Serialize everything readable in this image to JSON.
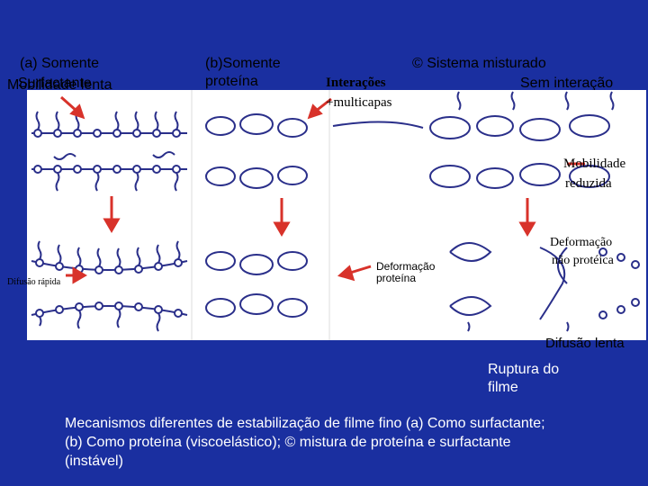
{
  "labels": {
    "panel_a_title": "(a)  Somente",
    "panel_a_sub_1": "Mobilidade lenta",
    "panel_a_sub_2": "Surfactante",
    "panel_b_title": "(b)Somente",
    "panel_b_sub": "proteína",
    "panel_c_title": "© Sistema misturado",
    "panel_c_sub": "Sem interação",
    "interactions": "Interações",
    "multilayers": "+multicapas",
    "reduced_mobility_1": "Mobilidade",
    "reduced_mobility_2": "reduzida",
    "fast_diffusion": "Difusão rápida",
    "protein_deformation": "Deformação proteína",
    "nonprotein_deformation_1": "Deformação",
    "nonprotein_deformation_2": "não protéica",
    "slow_diffusion": "Difusão lenta",
    "film_rupture_1": "Ruptura do",
    "film_rupture_2": "filme"
  },
  "caption": {
    "line1": "Mecanismos diferentes de estabilização de filme fino (a) Como surfactante;",
    "line2": "(b) Como proteína (viscoelástico); © mistura de proteína e surfactante",
    "line3": "(instável)"
  },
  "colors": {
    "background": "#1a2fa0",
    "diagram_bg": "#ffffff",
    "arrow": "#d8322a",
    "molecule": "#2a2f8a"
  }
}
